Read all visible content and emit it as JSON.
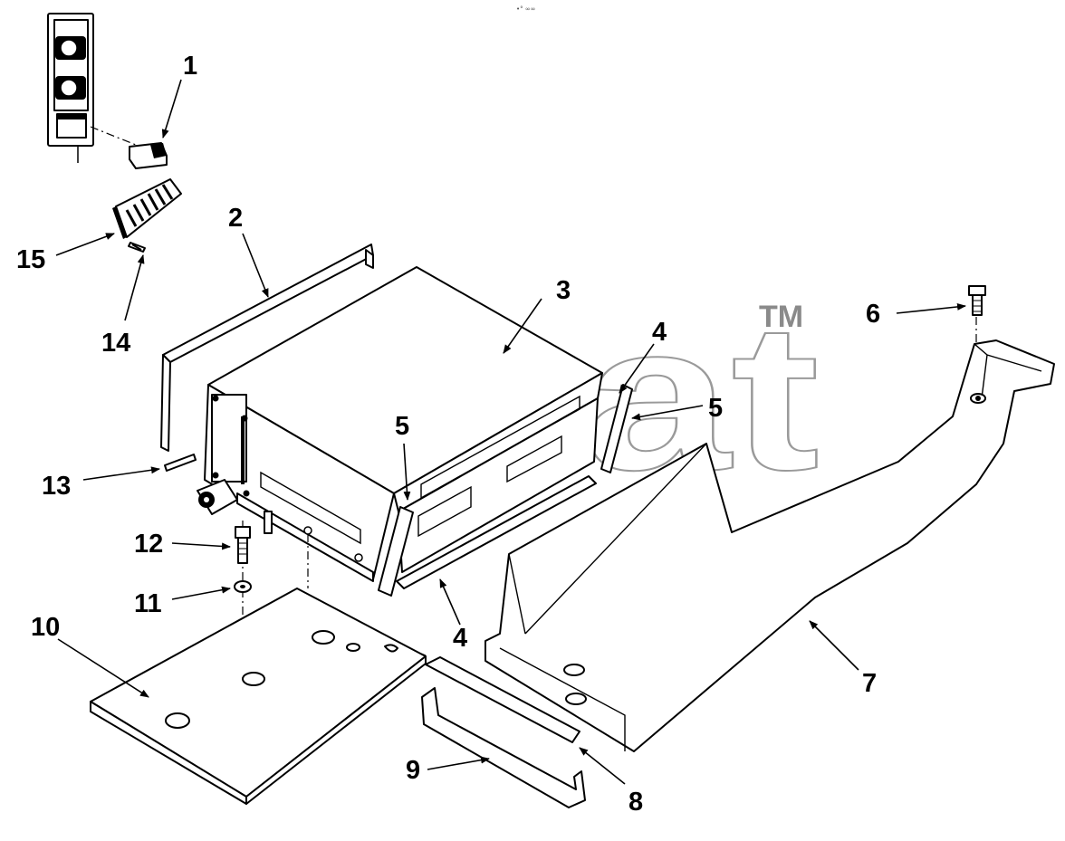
{
  "header": {
    "corner_text": "•° ∞∞"
  },
  "watermark": {
    "text": "elcat",
    "trademark": "TM"
  },
  "callouts": [
    {
      "id": "1",
      "text": "1"
    },
    {
      "id": "2",
      "text": "2"
    },
    {
      "id": "3",
      "text": "3"
    },
    {
      "id": "4a",
      "text": "4"
    },
    {
      "id": "4b",
      "text": "4"
    },
    {
      "id": "5a",
      "text": "5"
    },
    {
      "id": "5b",
      "text": "5"
    },
    {
      "id": "6",
      "text": "6"
    },
    {
      "id": "7",
      "text": "7"
    },
    {
      "id": "8",
      "text": "8"
    },
    {
      "id": "9",
      "text": "9"
    },
    {
      "id": "10",
      "text": "10"
    },
    {
      "id": "11",
      "text": "11"
    },
    {
      "id": "12",
      "text": "12"
    },
    {
      "id": "13",
      "text": "13"
    },
    {
      "id": "14",
      "text": "14"
    },
    {
      "id": "15",
      "text": "15"
    }
  ]
}
